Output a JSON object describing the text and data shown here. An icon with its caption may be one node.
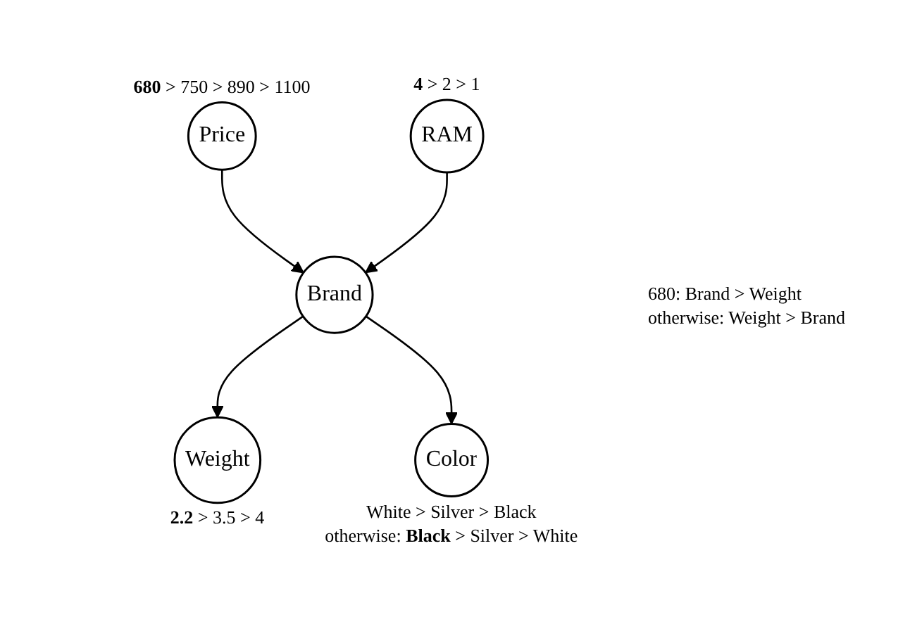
{
  "diagram": {
    "nodes": [
      {
        "text": [
          "Price"
        ],
        "beside": [
          "**680** > 750 > 890 > 1100"
        ]
      },
      {
        "text": [
          "RAM"
        ],
        "beside": [
          "**4** > 2 > 1"
        ]
      },
      {
        "text": [
          "Brand"
        ]
      },
      {
        "text": [
          "Weight"
        ],
        "beside": [
          "**2.2** > 3.5 > 4"
        ]
      },
      {
        "text": [
          "Color"
        ],
        "beside": [
          "White > Silver > Black",
          "otherwise: **Black** > Silver > White"
        ]
      }
    ],
    "edges": [
      {
        "from": 0,
        "to": 2,
        "arrow": "to"
      },
      {
        "from": 1,
        "to": 2,
        "arrow": "to"
      },
      {
        "from": 2,
        "to": 3,
        "arrow": "to"
      },
      {
        "from": 2,
        "to": 4,
        "arrow": "to"
      }
    ],
    "labels": [
      "680: Brand > Weight",
      "otherwise: Weight > Brand"
    ]
  }
}
